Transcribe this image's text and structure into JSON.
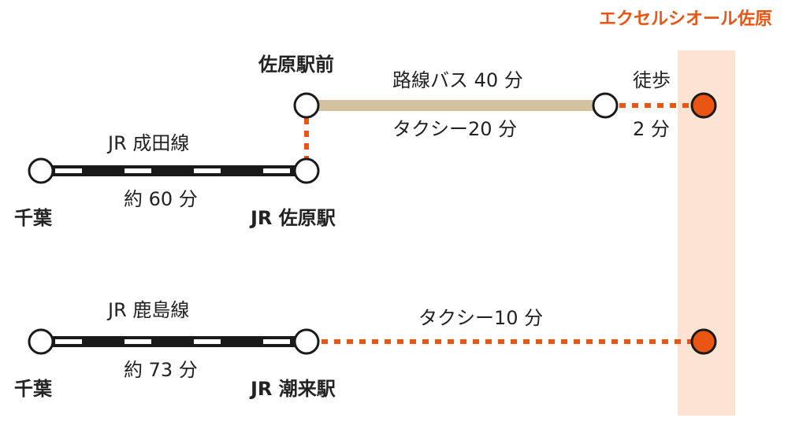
{
  "colors": {
    "accent": "#ea5514",
    "destination_band": "#fde3d3",
    "bus_line": "#d4c19f",
    "rail": "#1a1a1a",
    "text": "#222222"
  },
  "destination": {
    "label": "エクセルシオール佐原"
  },
  "route1": {
    "origin": "千葉",
    "line_name": "JR 成田線",
    "duration": "約 60 分",
    "transfer_station": "JR 佐原駅",
    "bus_stop": "佐原駅前",
    "bus_label": "路線バス 40 分",
    "taxi_label": "タクシー20 分",
    "walk_label": "徒歩",
    "walk_time": "2 分"
  },
  "route2": {
    "origin": "千葉",
    "line_name": "JR 鹿島線",
    "duration": "約 73 分",
    "station": "JR 潮来駅",
    "taxi_label": "タクシー10 分"
  }
}
